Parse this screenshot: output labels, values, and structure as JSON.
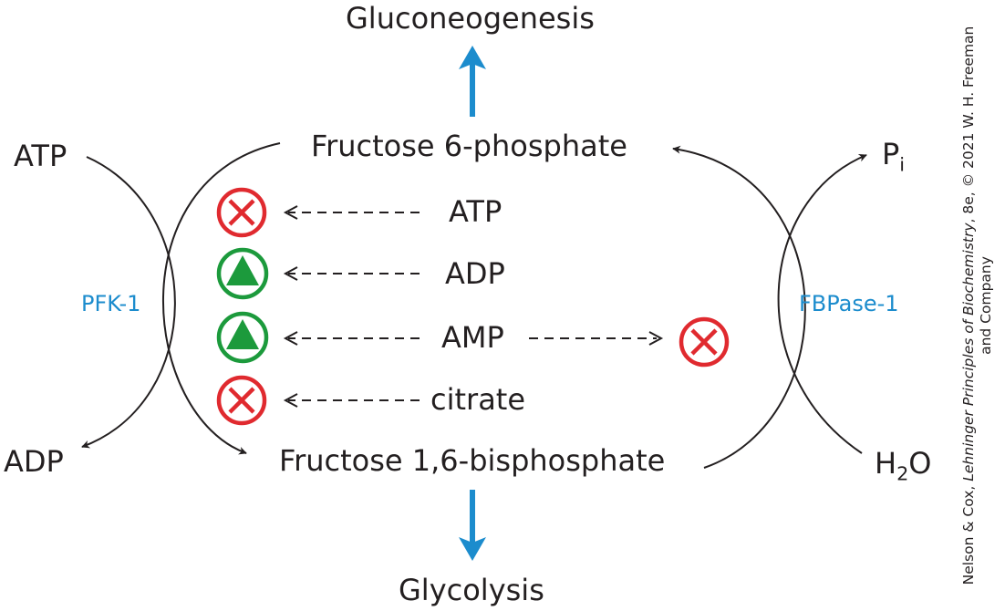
{
  "nodes": {
    "top_product": "Gluconeogenesis",
    "f6p": "Fructose 6-phosphate",
    "f16bp": "Fructose 1,6-bisphosphate",
    "bottom_product": "Glycolysis"
  },
  "left_reaction": {
    "enzyme": "PFK-1",
    "substrate": "ATP",
    "product": "ADP"
  },
  "right_reaction": {
    "enzyme": "FBPase-1",
    "product_pi": "P",
    "product_pi_subscript": "i",
    "substrate_h2o_pre": "H",
    "substrate_h2o_sub": "2",
    "substrate_h2o_post": "O"
  },
  "effectors": [
    {
      "name": "ATP",
      "on_pfk1": "inhibit"
    },
    {
      "name": "ADP",
      "on_pfk1": "activate"
    },
    {
      "name": "AMP",
      "on_pfk1": "activate",
      "on_fbpase1": "inhibit"
    },
    {
      "name": "citrate",
      "on_pfk1": "inhibit"
    }
  ],
  "credit": {
    "authors": "Nelson & Cox,",
    "book": "Lehninger Principles of Biochemistry",
    "rest": ", 8e, © 2021 W. H. Freeman and Company"
  },
  "colors": {
    "flux_arrow": "#1c8ccd",
    "enzyme_label": "#1c8ccd",
    "inhibit": "#e02a2f",
    "activate": "#1c9a3c",
    "text": "#231f20"
  }
}
